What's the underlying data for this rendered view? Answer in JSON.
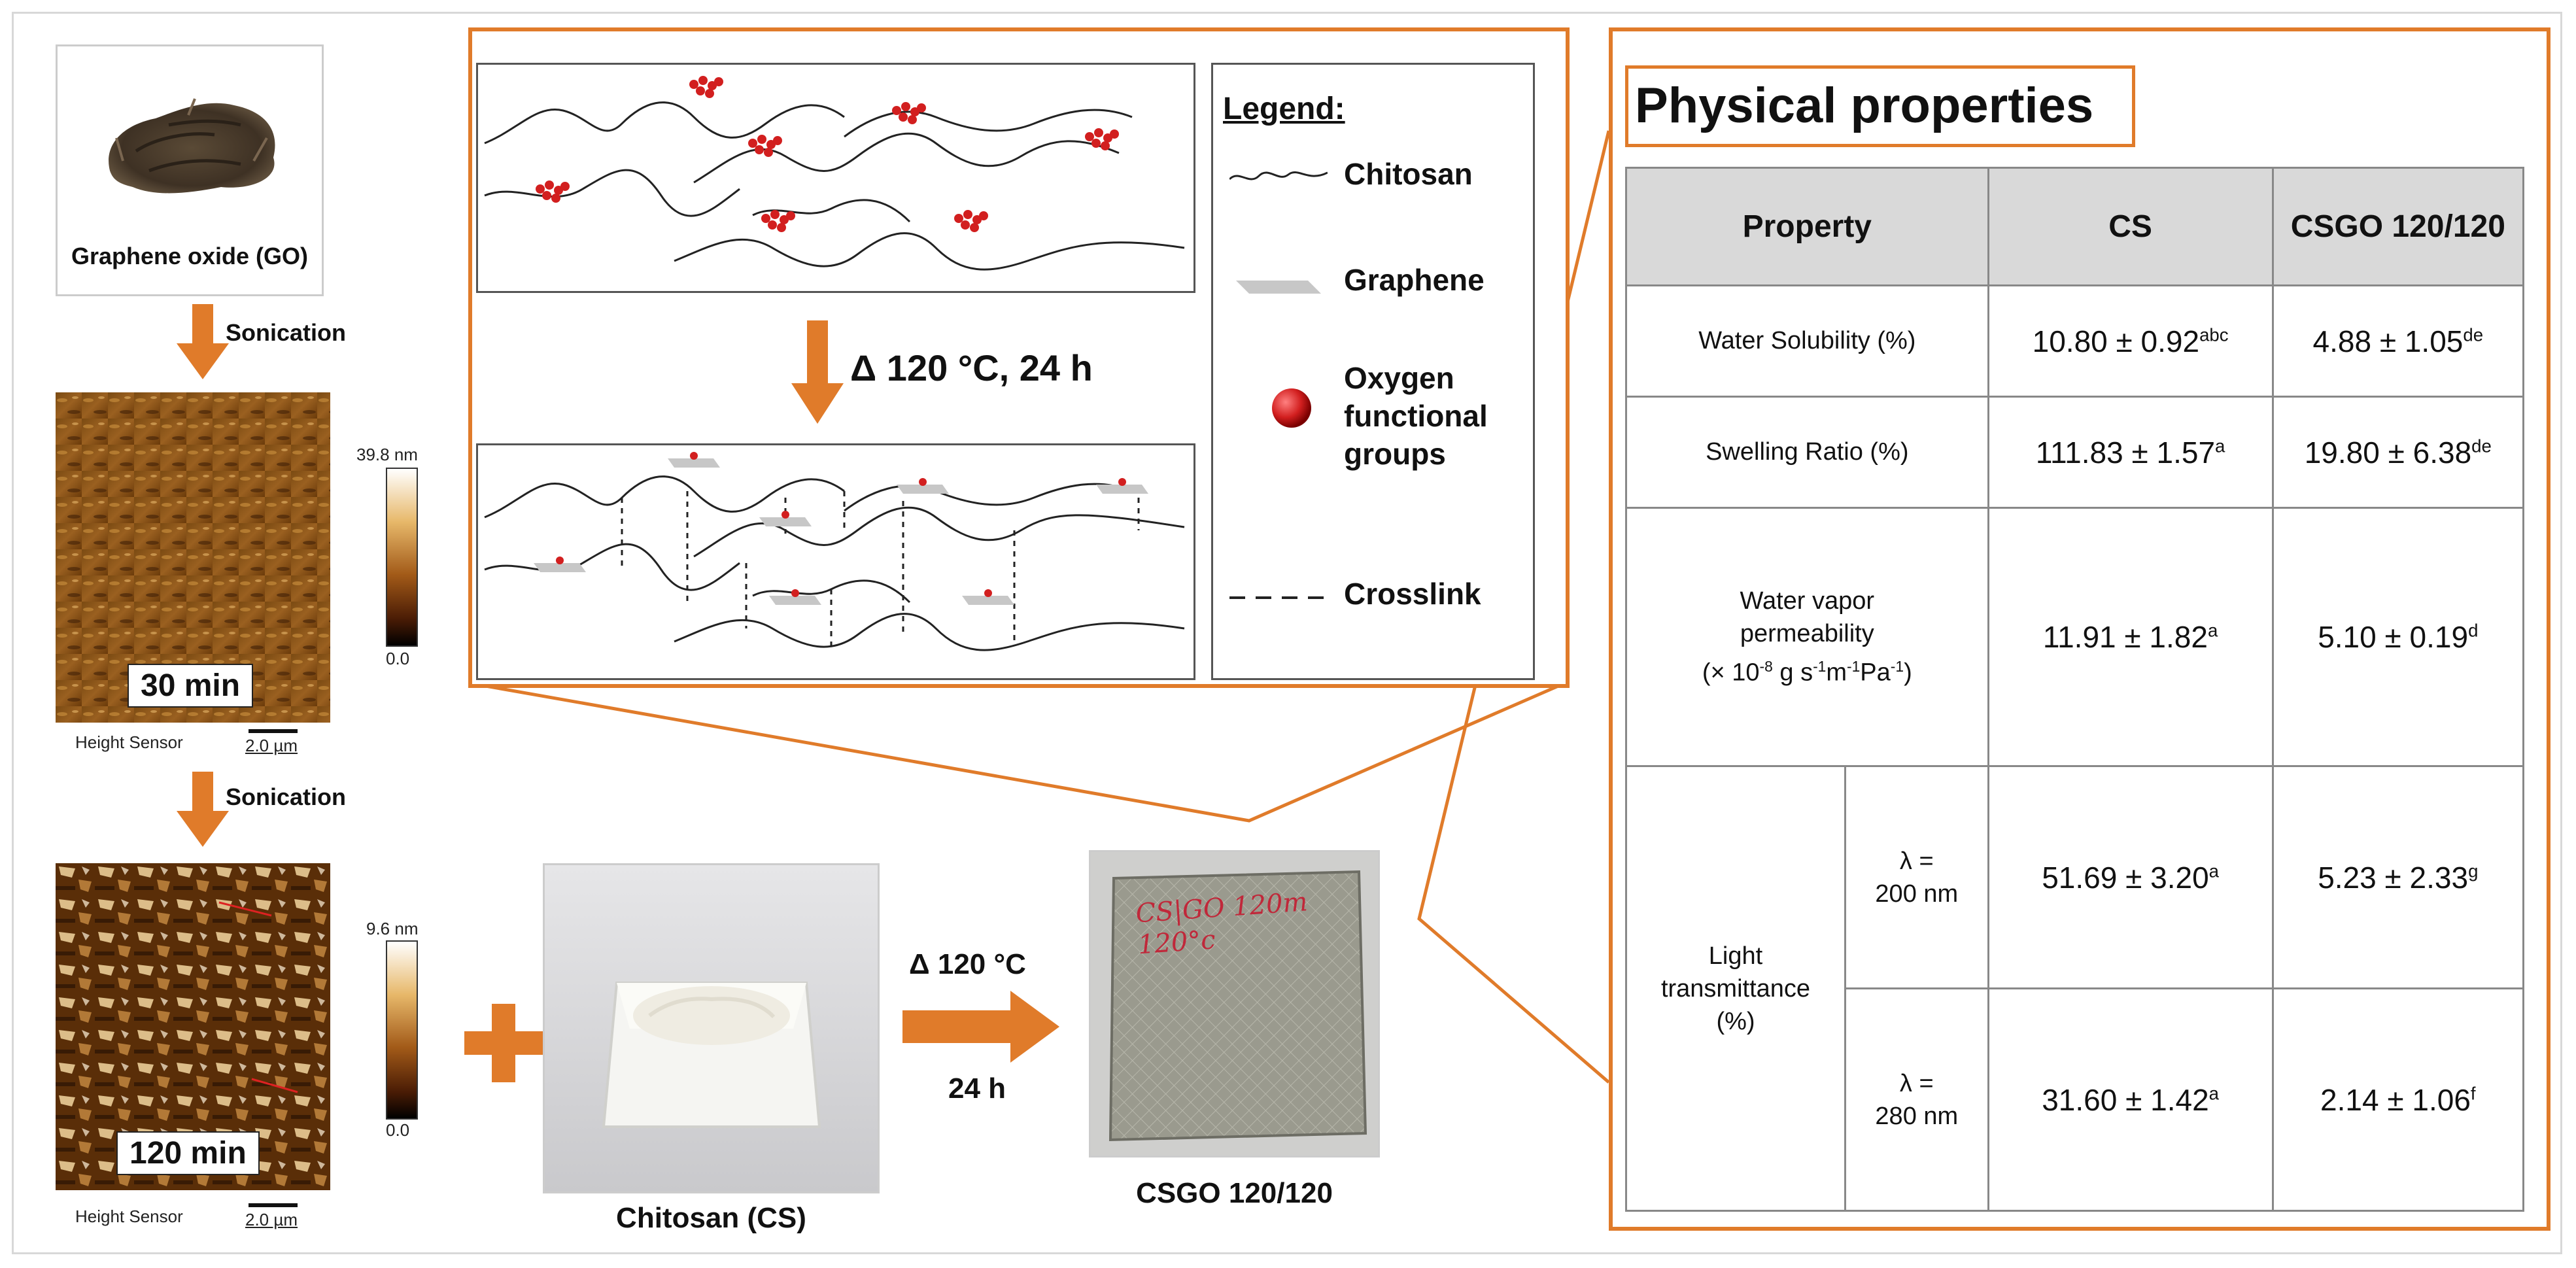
{
  "left_column": {
    "go_label": "Graphene oxide (GO)",
    "sonication_1": "Sonication",
    "sonication_2": "Sonication",
    "afm_30": {
      "time_label": "30 min",
      "sensor_label": "Height Sensor",
      "scale_bar": "2.0 µm",
      "cbar_max": "39.8 nm",
      "cbar_min": "0.0"
    },
    "afm_120": {
      "time_label": "120 min",
      "sensor_label": "Height Sensor",
      "scale_bar": "2.0 µm",
      "cbar_max": "9.6 nm",
      "cbar_min": "0.0"
    }
  },
  "center": {
    "plus": "+",
    "chitosan_label": "Chitosan (CS)",
    "heat_top": "Δ 120 °C",
    "heat_bottom": "24 h",
    "film_label": "CSGO 120/120",
    "film_handwriting": "CS|GO 120m 120°c",
    "schematic_heat": "Δ 120 °C, 24 h"
  },
  "legend": {
    "title": "Legend:",
    "items": [
      {
        "label": "Chitosan",
        "icon": "wavy-line-icon"
      },
      {
        "label": "Graphene",
        "icon": "sheet-icon"
      },
      {
        "label": "Oxygen functional groups",
        "icon": "red-sphere-icon"
      },
      {
        "label": "Crosslink",
        "icon": "dashed-line-icon"
      }
    ]
  },
  "properties": {
    "title": "Physical properties",
    "headers": [
      "Property",
      "CS",
      "CSGO 120/120"
    ],
    "rows": {
      "water_solubility": {
        "label": "Water Solubility (%)",
        "cs": "10.80 ± 0.92",
        "cs_sup": "abc",
        "csgo": "4.88 ± 1.05",
        "csgo_sup": "de"
      },
      "swelling": {
        "label": "Swelling Ratio (%)",
        "cs": "111.83 ± 1.57",
        "cs_sup": "a",
        "csgo": "19.80 ± 6.38",
        "csgo_sup": "de"
      },
      "wvp": {
        "label_1": "Water vapor",
        "label_2": "permeability",
        "label_3": "(× 10",
        "label_3_sup": "-8",
        "label_3_rest": " g s",
        "label_3_sup2": "-1",
        "label_3_rest2": "m",
        "label_3_sup3": "-1",
        "label_3_rest3": "Pa",
        "label_3_sup4": "-1",
        "label_3_end": ")",
        "cs": "11.91 ± 1.82",
        "cs_sup": "a",
        "csgo": "5.10 ± 0.19",
        "csgo_sup": "d"
      },
      "light": {
        "label_1": "Light",
        "label_2": "transmittance",
        "label_3": "(%)",
        "w1_a": "λ =",
        "w1_b": "200 nm",
        "w1_cs": "51.69 ± 3.20",
        "w1_cs_sup": "a",
        "w1_csgo": "5.23 ± 2.33",
        "w1_csgo_sup": "g",
        "w2_a": "λ =",
        "w2_b": "280 nm",
        "w2_cs": "31.60 ± 1.42",
        "w2_cs_sup": "a",
        "w2_csgo": "2.14 ± 1.06",
        "w2_csgo_sup": "f"
      }
    }
  },
  "colors": {
    "orange": "#e07b2a",
    "oxygen_red": "#d21f1f",
    "table_header": "#d9d9d9"
  }
}
